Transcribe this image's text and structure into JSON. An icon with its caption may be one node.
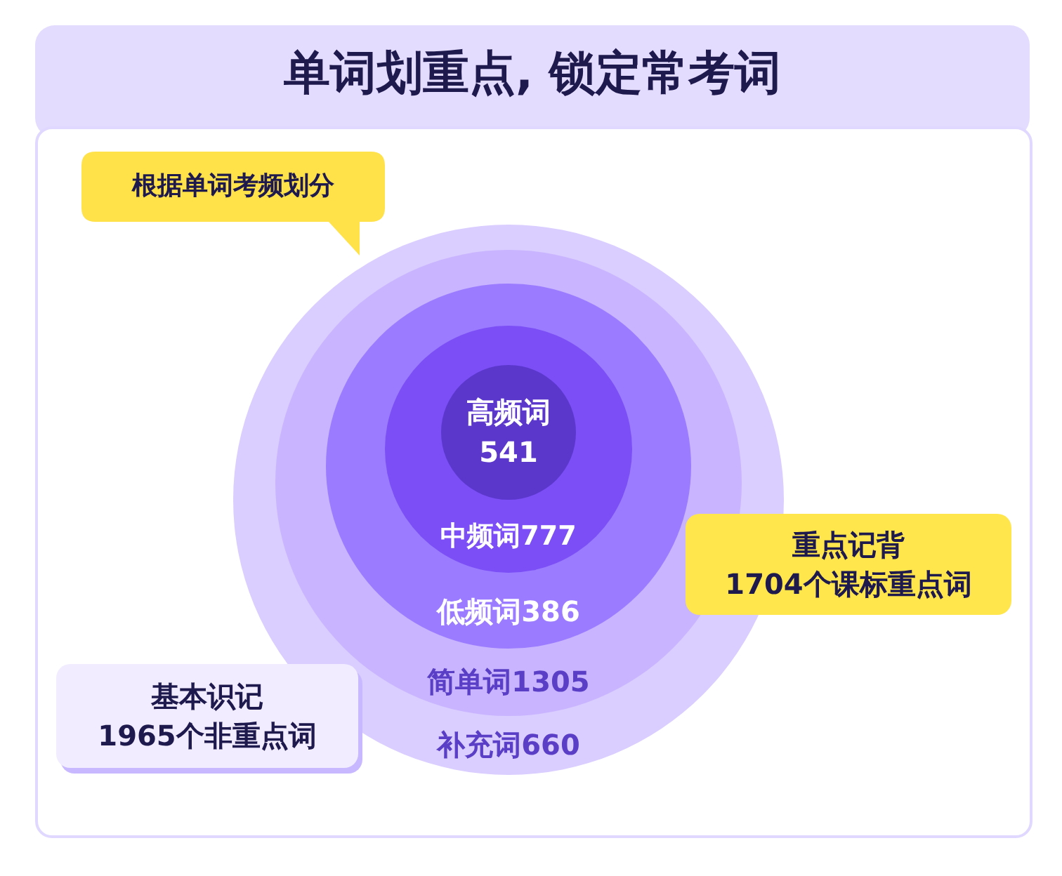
{
  "diagram": {
    "title": "单词划重点, 锁定常考词",
    "nodes": [
      {
        "text": [
          "根据单词考频划分"
        ]
      },
      {
        "text": [
          "补充词660"
        ]
      },
      {
        "text": [
          "简单词1305"
        ],
        "in": 1
      },
      {
        "text": [
          "低频词386"
        ],
        "in": 2
      },
      {
        "text": [
          "中频词777"
        ],
        "in": 3
      },
      {
        "text": [
          "高频词",
          "541"
        ],
        "in": 4
      },
      {
        "text": [
          "重点记背",
          "1704个课标重点词"
        ]
      },
      {
        "text": [
          "基本识记",
          "1965个非重点词"
        ]
      }
    ],
    "edges": []
  }
}
